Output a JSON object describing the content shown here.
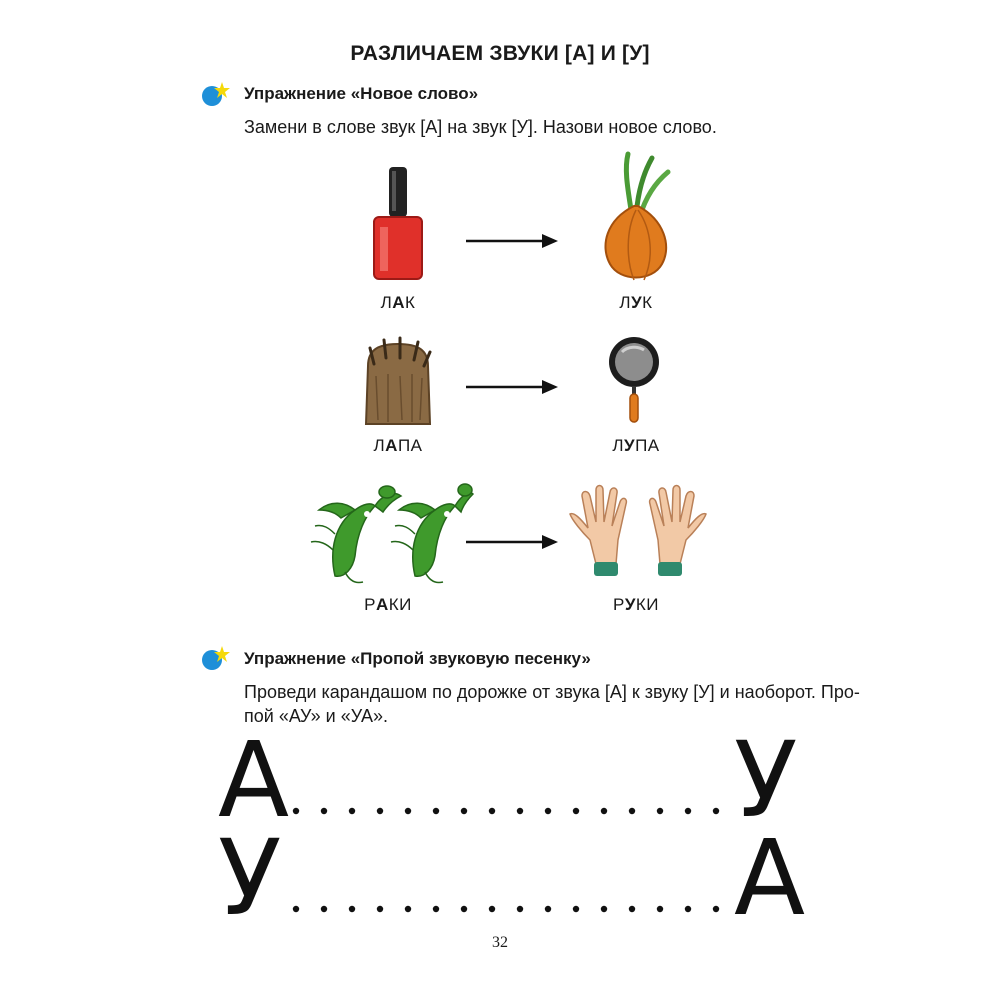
{
  "page": {
    "title": "РАЗЛИЧАЕМ ЗВУКИ [А] И [У]",
    "page_number": "32"
  },
  "exercise1": {
    "title": "Упражнение «Новое слово»",
    "instruction": "Замени в слове звук [А] на звук [У]. Назови новое слово.",
    "pairs": [
      {
        "from_pre": "Л",
        "from_vowel": "А",
        "from_post": "К",
        "to_pre": "Л",
        "to_vowel": "У",
        "to_post": "К",
        "from_icon": "nail-polish-icon",
        "to_icon": "onion-icon"
      },
      {
        "from_pre": "Л",
        "from_vowel": "А",
        "from_post": "ПА",
        "to_pre": "Л",
        "to_vowel": "У",
        "to_post": "ПА",
        "from_icon": "paw-icon",
        "to_icon": "magnifier-icon"
      },
      {
        "from_pre": "Р",
        "from_vowel": "А",
        "from_post": "КИ",
        "to_pre": "Р",
        "to_vowel": "У",
        "to_post": "КИ",
        "from_icon": "crayfish-icon",
        "to_icon": "hands-icon"
      }
    ]
  },
  "exercise2": {
    "title": "Упражнение «Пропой звуковую песенку»",
    "instruction_line1": "Проведи карандашом по дорожке от звука [А] к звуку [У] и наоборот. Про-",
    "instruction_line2": "пой «АУ» и «УА».",
    "row1": {
      "left": "А",
      "right": "У"
    },
    "row2": {
      "left": "У",
      "right": "А"
    }
  },
  "colors": {
    "icon_blue": "#1e8fd8",
    "icon_star": "#f5d90a",
    "nail_red": "#e0302a",
    "onion_orange": "#e07b1e",
    "crayfish_green": "#3f9a2c",
    "skin": "#f2c9a6"
  }
}
